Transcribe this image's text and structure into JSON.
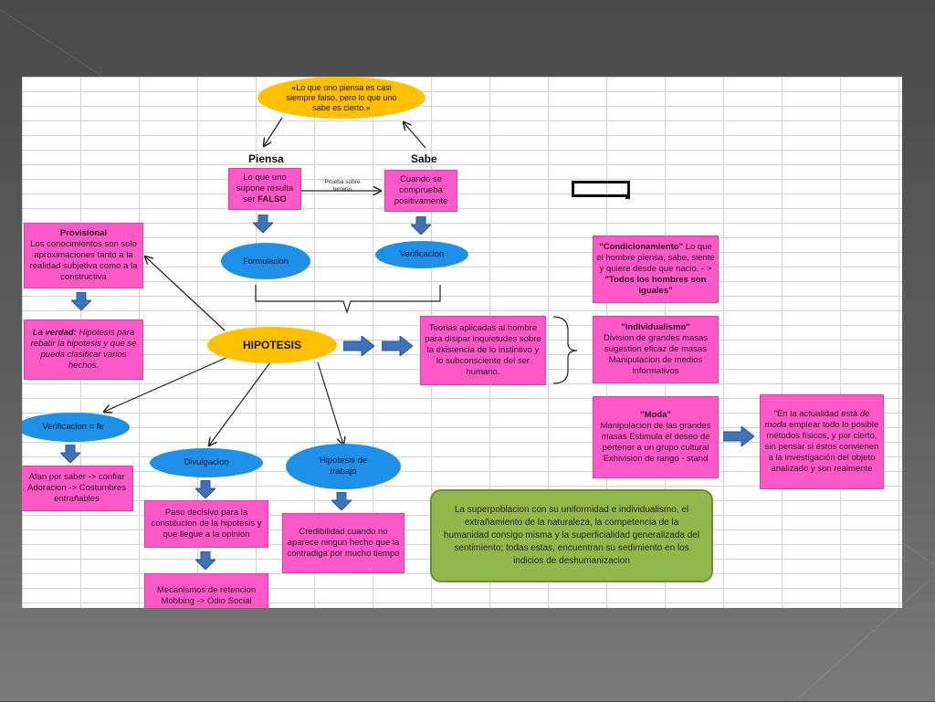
{
  "quote": "«Lo que uno piensa es casi siempre falso, pero lo que uno sabe es cierto.»",
  "labels": {
    "piensa": "Piensa",
    "sabe": "Sabe",
    "prueba_sobre_terreno": "Prueba sobre terreno"
  },
  "boxes": {
    "piensa_box": {
      "pre": "Lo que uno supone resulta ser ",
      "strong": "FALSO"
    },
    "sabe_box": "Cuando se comprueba positivamente",
    "provisional": {
      "title": "Provisional",
      "body": "Los conocimientos son solo aproximaciones tanto a la realidad subjetiva como a la constructiva"
    },
    "la_verdad": {
      "strong": "La verdad:",
      "body": " Hipotesis para rebatir la hipotesis y que se pueda clasificar varios hechos."
    },
    "afan": "Afan por saber -> confiar Adoracion -> Costumbres entrañables",
    "paso": "Paso decisivo para la constitucion de la hipotesis y que llegue a la opinion",
    "mecanismos": "Mecanismos de retencion Mobbing -> Odio Social",
    "credibilidad": "Credibilidad cuando no aparece ningun hecho que la contradiga por mucho tiempo",
    "teorias": "Teorias aplicadas al hombre para disipar inquietudes sobre la existencia de lo instintivo y lo subconsciente del ser humano.",
    "condicionamiento": {
      "title": "\"Condicionamiento\"",
      "body": " Lo que el hombre piensa, sabe, siente y quiere desde que nacio. - > ",
      "strong2": "\"Todos los hombres son iguales\""
    },
    "individualismo": {
      "title": "\"Individualismo\"",
      "body": "Division de grandes masas sugestion eficaz de masas Manipulacion de medios informativos"
    },
    "moda": {
      "title": "\"Moda\"",
      "body": "Manipulacion de las grandes masas Estimula el deseo de pertener a un grupo cultural Exhivision de rango - stand"
    },
    "actualidad": {
      "pre": "\"En la actualidad está ",
      "em": "de moda",
      "post": " emplear todo lo posible métodos físicos, y por cierto, sin pensar si éstos convienen a la investigación del objeto analizado y son realmente"
    }
  },
  "ellipses": {
    "formulacion": "Formulacion",
    "verificacion": "Verificacion",
    "hipotesis": "HIPOTESIS",
    "verificacion_fe": "Verificacion = fe",
    "divulgacion": "Divulgacion",
    "hipotesis_trabajo": "Hipotesis de trabajo"
  },
  "green_box": "La superpoblacion con su uniformidad e individualismo, el extrañamiento de la naturaleza, la competencia de la humanidad consigo misma y la superficialidad generalizada del sentimiento; todas estas, encuentran su sedimiento en los indicios de deshumanizacion",
  "colors": {
    "pink_box": "#ff59c8",
    "blue_ellipse": "#1e90e8",
    "yellow_ellipse": "#ffc000",
    "green_box": "#92b84c",
    "arrow_blue": "#3f72b8"
  },
  "icons": [
    "block-arrow-down-icon",
    "block-arrow-right-icon"
  ]
}
